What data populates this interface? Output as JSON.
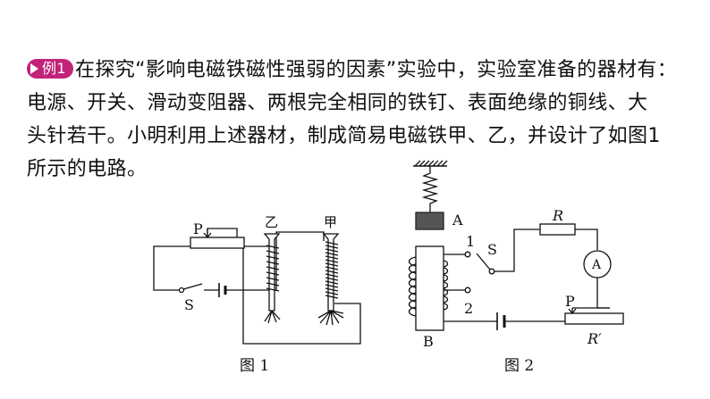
{
  "question": {
    "badge": "例1",
    "line1": "在探究“影响电磁铁磁性强弱的因素”实验中，实验室准备的器材有：",
    "line2": "电源、开关、滑动变阻器、两根完全相同的铁钉、表面绝缘的铜线、大",
    "line3": "头针若干。小明利用上述器材，制成简易电磁铁甲、乙，并设计了如图1",
    "line4": "所示的电路。"
  },
  "figure1": {
    "label_p": "P",
    "label_s": "S",
    "label_yi": "乙",
    "label_jia": "甲",
    "caption": "图 1"
  },
  "figure2": {
    "label_a": "A",
    "label_b": "B",
    "label_r": "R",
    "label_s": "S",
    "label_1": "1",
    "label_2": "2",
    "label_ammeter": "A",
    "label_p": "P",
    "label_rprime": "R′",
    "caption": "图 2"
  }
}
